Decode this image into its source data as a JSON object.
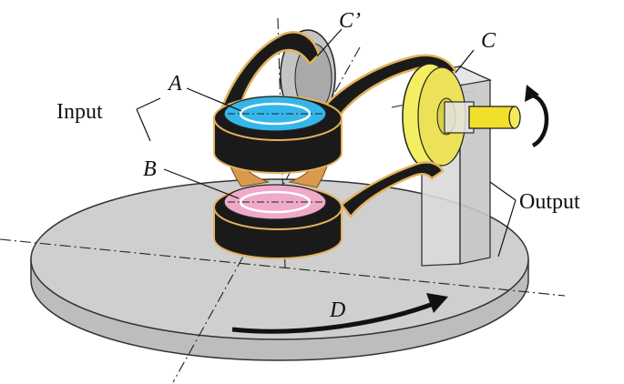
{
  "labels": {
    "input": "Input",
    "output": "Output",
    "a": "A",
    "b": "B",
    "c": "C",
    "c_prime": "C’",
    "d": "D"
  },
  "colors": {
    "belt": "#1a1a1a",
    "belt_edge": "#e3b25c",
    "pulley_a": "#35b6ea",
    "pulley_b": "#efa9c9",
    "pulley_c": "#f4ee63",
    "shaft": "#f2df2c",
    "turntable": "#cfcfcf",
    "turntable_side": "#bdbdbd",
    "bracket": "#d6d6d6",
    "idler": "#c9c9c9"
  },
  "icons": {
    "rotation": "curved-rotation-arrow-icon",
    "turn_direction": "curved-arrow-icon"
  }
}
